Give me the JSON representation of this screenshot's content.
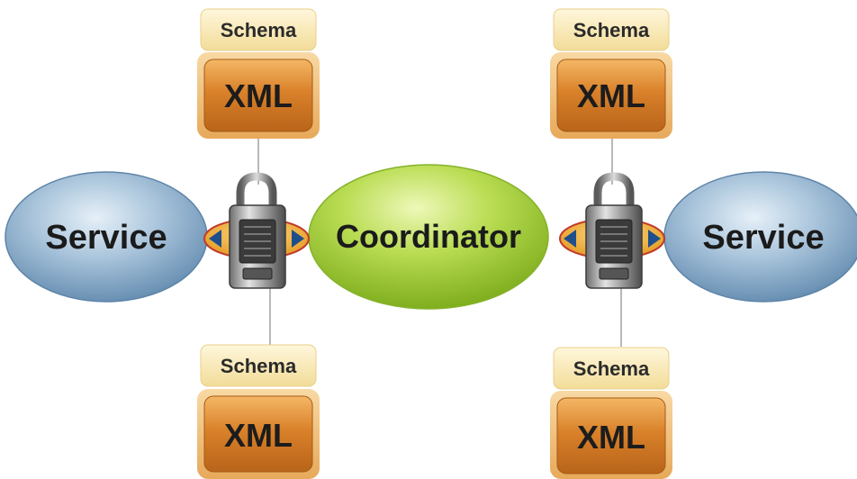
{
  "nodes": {
    "service_left": "Service",
    "coordinator": "Coordinator",
    "service_right": "Service"
  },
  "stacks": [
    {
      "schema": "Schema",
      "xml": "XML"
    },
    {
      "schema": "Schema",
      "xml": "XML"
    },
    {
      "schema": "Schema",
      "xml": "XML"
    },
    {
      "schema": "Schema",
      "xml": "XML"
    }
  ],
  "icons": {
    "lock": "padlock-icon",
    "arrows": "bidirectional-arrow-icon"
  },
  "colors": {
    "service": "#7fa6c6",
    "coordinator": "#a8cf3c",
    "schema": "#f6e3a8",
    "xml": "#d8822a",
    "arrow_badge": "#f0b73c"
  }
}
